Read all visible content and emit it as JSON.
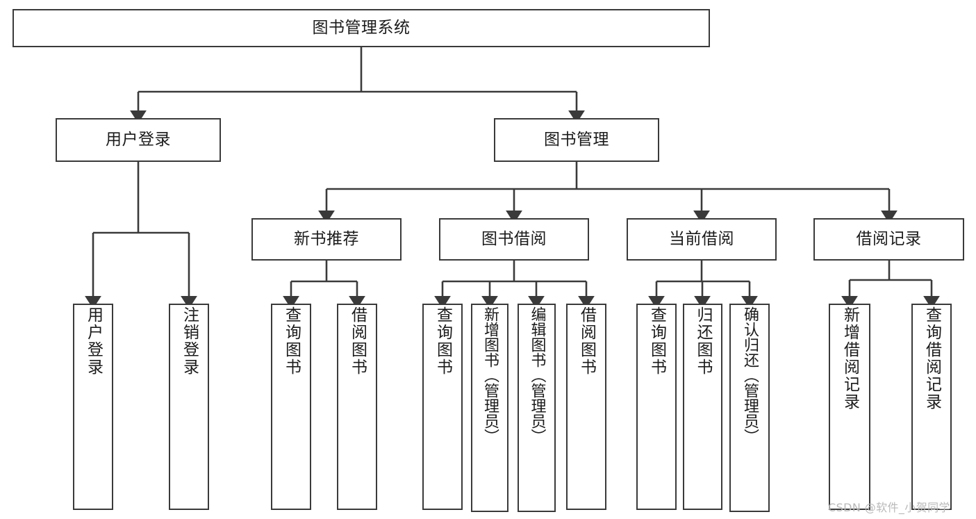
{
  "diagram": {
    "type": "tree",
    "title": "图书管理系统",
    "root": {
      "label": "图书管理系统"
    },
    "level2": [
      {
        "label": "用户登录"
      },
      {
        "label": "图书管理"
      }
    ],
    "level3": [
      {
        "label": "新书推荐"
      },
      {
        "label": "图书借阅"
      },
      {
        "label": "当前借阅"
      },
      {
        "label": "借阅记录"
      }
    ],
    "leaves": {
      "user_login": [
        {
          "label": "用户登录"
        },
        {
          "label": "注销登录"
        }
      ],
      "new_book_recommend": [
        {
          "label": "查询图书"
        },
        {
          "label": "借阅图书"
        }
      ],
      "book_borrow": [
        {
          "label": "查询图书"
        },
        {
          "label": "新增图书（管理员）"
        },
        {
          "label": "编辑图书（管理员）"
        },
        {
          "label": "借阅图书"
        }
      ],
      "current_borrow": [
        {
          "label": "查询图书"
        },
        {
          "label": "归还图书"
        },
        {
          "label": "确认归还（管理员）"
        }
      ],
      "borrow_record": [
        {
          "label": "新增借阅记录"
        },
        {
          "label": "查询借阅记录"
        }
      ]
    },
    "watermark": "CSDN @软件_小贺同学",
    "colors": {
      "stroke": "#3a3a3a",
      "text": "#1b1b1b",
      "background": "#ffffff",
      "watermark": "#b9b9b9"
    }
  }
}
